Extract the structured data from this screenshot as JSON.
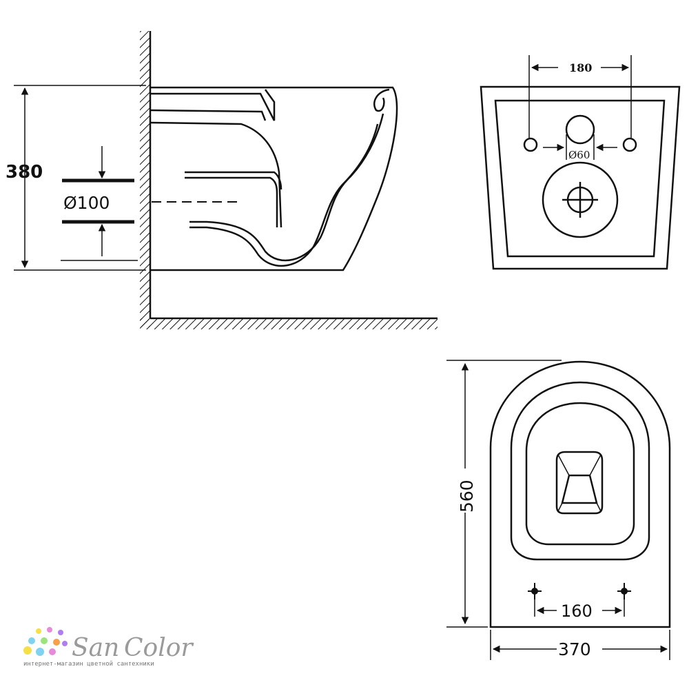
{
  "side_view": {
    "height_label": "380",
    "pipe_label": "Ø100"
  },
  "rear_view": {
    "hole_spacing_label": "180",
    "inlet_label": "Ø60"
  },
  "top_view": {
    "length_label": "560",
    "bolt_spacing_label": "160",
    "width_label": "370"
  },
  "logo": {
    "brand": "SanColor",
    "brand_part1": "San",
    "brand_part2": "Color",
    "tagline": "интернет-магазин цветной сантехники",
    "dot_colors": [
      "#f5e04a",
      "#e78ad9",
      "#b17cf0",
      "#7fd3f0",
      "#9be37a",
      "#f6a04a"
    ]
  },
  "colors": {
    "line": "#111111",
    "logo_text": "#9a9a9a"
  }
}
